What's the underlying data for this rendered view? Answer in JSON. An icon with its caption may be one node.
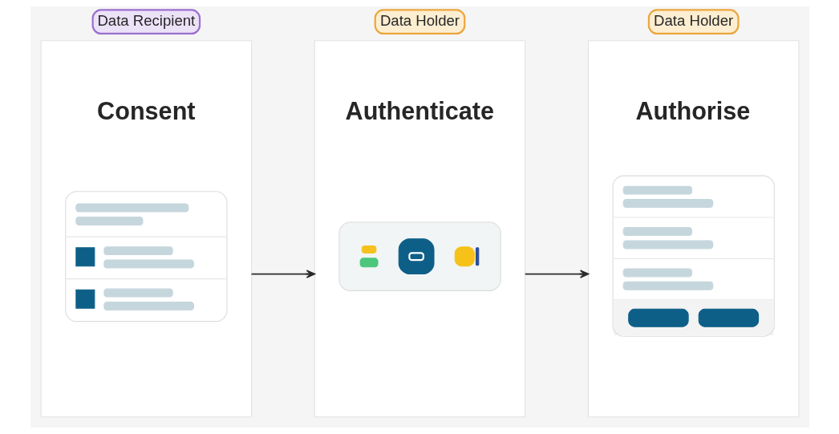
{
  "diagram": {
    "nodes": [
      {
        "text": [
          "Data Recipient"
        ]
      },
      {
        "text": [
          "Consent"
        ]
      },
      {
        "text": [],
        "shape": "picture",
        "in": 1
      },
      {
        "text": [
          "Data Holder"
        ]
      },
      {
        "text": [
          "Authenticate"
        ]
      },
      {
        "text": [],
        "shape": "picture",
        "in": 4
      },
      {
        "text": [
          "Data Holder"
        ]
      },
      {
        "text": [
          "Authorise"
        ]
      },
      {
        "text": [],
        "shape": "picture",
        "in": 7
      }
    ],
    "edges": [
      {
        "from": 1,
        "to": 4,
        "arrow": "to"
      },
      {
        "from": 4,
        "to": 7,
        "arrow": "to"
      }
    ]
  }
}
